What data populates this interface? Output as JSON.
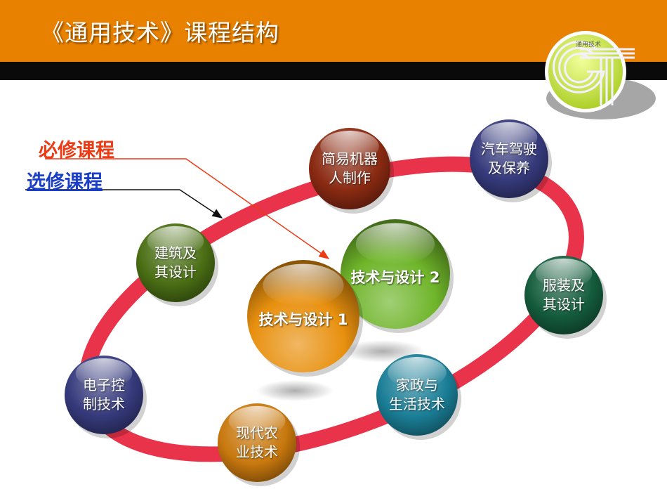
{
  "header": {
    "title": "《通用技术》课程结构",
    "band_color": "#e88000",
    "bar_color": "#0a0a0a",
    "logo": {
      "text": "通用技术",
      "letters": "GT",
      "bg_color": "#c6e63e"
    }
  },
  "legend": {
    "required": {
      "label": "必修课程",
      "color": "#ec3a14"
    },
    "elective": {
      "label": "选修课程",
      "color": "#1a3ec8"
    }
  },
  "diagram": {
    "ring_color": "#e8334a",
    "required_courses": [
      {
        "id": "r1",
        "label": "技术与设计 1",
        "color": "#e8900e"
      },
      {
        "id": "r2",
        "label": "技术与设计 2",
        "color": "#6fb52a"
      }
    ],
    "elective_courses": [
      {
        "id": "e1",
        "lines": [
          "简易机器",
          "人制作"
        ],
        "color": "#8a2a12"
      },
      {
        "id": "e2",
        "lines": [
          "汽车驾驶",
          "及保养"
        ],
        "color": "#363a7c"
      },
      {
        "id": "e3",
        "lines": [
          "服装及",
          "其设计"
        ],
        "color": "#145c3c"
      },
      {
        "id": "e4",
        "lines": [
          "家政与",
          "生活技术"
        ],
        "color": "#1a7e96"
      },
      {
        "id": "e5",
        "lines": [
          "现代农",
          "业技术"
        ],
        "color": "#c8780e"
      },
      {
        "id": "e6",
        "lines": [
          "电子控",
          "制技术"
        ],
        "color": "#363a7c"
      },
      {
        "id": "e7",
        "lines": [
          "建筑及",
          "其设计"
        ],
        "color": "#4a6e14"
      }
    ]
  }
}
